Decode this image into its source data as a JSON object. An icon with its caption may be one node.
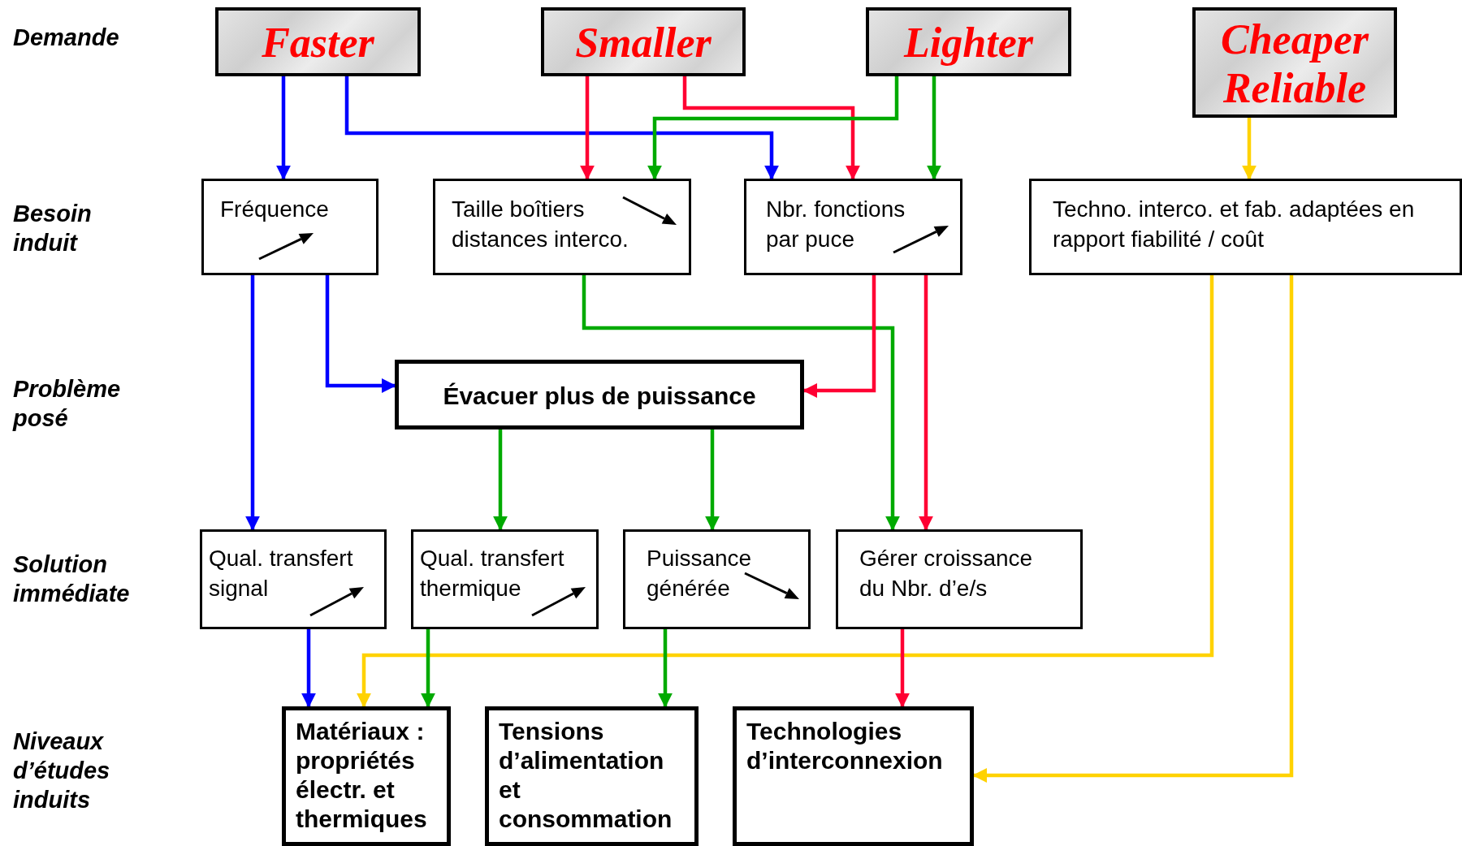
{
  "diagram": {
    "nodes": [
      {
        "text": [
          "Faster"
        ]
      },
      {
        "text": [
          "Smaller"
        ]
      },
      {
        "text": [
          "Lighter"
        ]
      },
      {
        "text": [
          "Cheaper Reliable"
        ]
      },
      {
        "text": [
          "Fréquence"
        ]
      },
      {
        "text": [
          "Taille boîtiers distances interco."
        ]
      },
      {
        "text": [
          "Nbr. fonctions par puce"
        ]
      },
      {
        "text": [
          "Techno. interco. et fab. adaptées en rapport fiabilité / coût"
        ]
      },
      {
        "text": [
          "Évacuer plus de puissance"
        ]
      },
      {
        "text": [
          "Qual. transfert signal"
        ]
      },
      {
        "text": [
          "Qual. transfert thermique"
        ]
      },
      {
        "text": [
          "Puissance générée"
        ]
      },
      {
        "text": [
          "Gérer croissance du Nbr. d’e/s"
        ]
      },
      {
        "text": [
          "Matériaux : propriétés électr.  et thermiques"
        ]
      },
      {
        "text": [
          "Tensions d’alimentation et consommation"
        ]
      },
      {
        "text": [
          "Technologies d’interconnexion"
        ]
      }
    ],
    "edges": [
      {
        "from": 0,
        "to": 4,
        "arrow": "to",
        "color": "#0000ff"
      },
      {
        "from": 0,
        "to": 6,
        "arrow": "to",
        "color": "#0000ff"
      },
      {
        "from": 1,
        "to": 5,
        "arrow": "to",
        "color": "#ff0033"
      },
      {
        "from": 1,
        "to": 6,
        "arrow": "to",
        "color": "#ff0033"
      },
      {
        "from": 2,
        "to": 5,
        "arrow": "to"
      },
      {
        "from": 2,
        "to": 6,
        "arrow": "to"
      },
      {
        "from": 3,
        "to": 7,
        "arrow": "to",
        "color": "#ffd200"
      },
      {
        "from": 4,
        "to": 9,
        "arrow": "to",
        "color": "#0000ff"
      },
      {
        "from": 4,
        "to": 8,
        "arrow": "to",
        "color": "#0000ff"
      },
      {
        "from": 5,
        "to": 12,
        "arrow": "to"
      },
      {
        "from": 6,
        "to": 8,
        "arrow": "to",
        "color": "#ff0033"
      },
      {
        "from": 6,
        "to": 12,
        "arrow": "to",
        "color": "#ff0033"
      },
      {
        "from": 8,
        "to": 10,
        "arrow": "to"
      },
      {
        "from": 8,
        "to": 11,
        "arrow": "to"
      },
      {
        "from": 7,
        "to": 13,
        "arrow": "to",
        "color": "#ffd200"
      },
      {
        "from": 7,
        "to": 15,
        "arrow": "to",
        "color": "#ffd200"
      },
      {
        "from": 9,
        "to": 13,
        "arrow": "to",
        "color": "#0000ff"
      },
      {
        "from": 10,
        "to": 13,
        "arrow": "to"
      },
      {
        "from": 11,
        "to": 14,
        "arrow": "to"
      },
      {
        "from": 12,
        "to": 15,
        "arrow": "to",
        "color": "#ff0033"
      }
    ],
    "labels": [
      "Demande",
      "Besoin induit",
      "Problème posé",
      "Solution immédiate",
      "Niveaux d’études induits"
    ]
  }
}
